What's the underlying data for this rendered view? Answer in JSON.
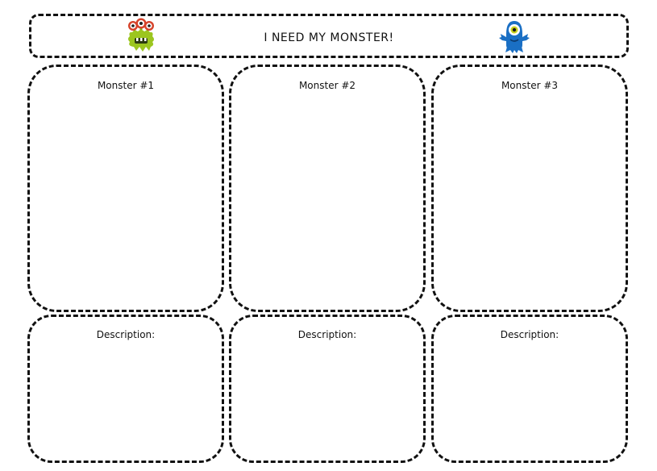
{
  "header": {
    "title": "I NEED MY MONSTER!",
    "left_icon": "green-monster-icon",
    "right_icon": "blue-monster-icon"
  },
  "monsters": [
    {
      "label": "Monster #1",
      "description_label": "Description:"
    },
    {
      "label": "Monster #2",
      "description_label": "Description:"
    },
    {
      "label": "Monster #3",
      "description_label": "Description:"
    }
  ],
  "colors": {
    "border": "#111111",
    "green_monster": "#9cc61f",
    "blue_monster": "#1a6fc4"
  }
}
